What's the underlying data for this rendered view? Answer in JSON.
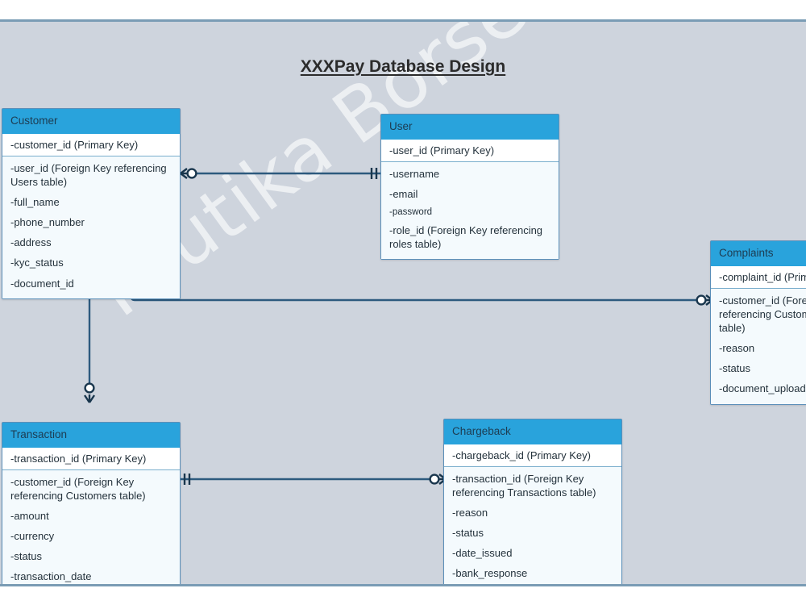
{
  "diagram": {
    "title": "XXXPay Database Design",
    "watermark": "Krutika Borse",
    "colors": {
      "canvas_background": "#ced4dd",
      "canvas_border": "#7a9cb5",
      "entity_header": "#29a3dc",
      "entity_body": "#f4fafd",
      "entity_border": "#5b8fb9",
      "connector": "#2d5a7e",
      "title_text": "#2b2b2b"
    }
  },
  "entities": {
    "customer": {
      "name": "Customer",
      "fields": [
        {
          "text": "-customer_id (Primary Key)",
          "key": "primary"
        },
        {
          "text": "-user_id (Foreign Key referencing Users table)",
          "key": "foreign"
        },
        {
          "text": "-full_name",
          "key": "none"
        },
        {
          "text": "-phone_number",
          "key": "none"
        },
        {
          "text": "-address",
          "key": "none"
        },
        {
          "text": "-kyc_status",
          "key": "none"
        },
        {
          "text": "-document_id",
          "key": "none"
        }
      ]
    },
    "user": {
      "name": "User",
      "fields": [
        {
          "text": "-user_id (Primary Key)",
          "key": "primary"
        },
        {
          "text": "-username",
          "key": "none"
        },
        {
          "text": "-email",
          "key": "none"
        },
        {
          "text": "-password",
          "key": "none"
        },
        {
          "text": "-role_id (Foreign Key referencing roles table)",
          "key": "foreign"
        }
      ]
    },
    "complaints": {
      "name": "Complaints",
      "fields": [
        {
          "text": "-complaint_id (Primary Key)",
          "key": "primary"
        },
        {
          "text": "-customer_id (Foreign Key referencing Customers table)",
          "key": "foreign"
        },
        {
          "text": "-reason",
          "key": "none"
        },
        {
          "text": "-status",
          "key": "none"
        },
        {
          "text": "-document_upload",
          "key": "none"
        }
      ]
    },
    "transaction": {
      "name": "Transaction",
      "fields": [
        {
          "text": "-transaction_id (Primary Key)",
          "key": "primary"
        },
        {
          "text": "-customer_id (Foreign Key referencing Customers table)",
          "key": "foreign"
        },
        {
          "text": "-amount",
          "key": "none"
        },
        {
          "text": "-currency",
          "key": "none"
        },
        {
          "text": "-status",
          "key": "none"
        },
        {
          "text": "-transaction_date",
          "key": "none"
        }
      ]
    },
    "chargeback": {
      "name": "Chargeback",
      "fields": [
        {
          "text": "-chargeback_id (Primary Key)",
          "key": "primary"
        },
        {
          "text": "-transaction_id (Foreign Key referencing Transactions table)",
          "key": "foreign"
        },
        {
          "text": "-reason",
          "key": "none"
        },
        {
          "text": "-status",
          "key": "none"
        },
        {
          "text": "-date_issued",
          "key": "none"
        },
        {
          "text": "-bank_response",
          "key": "none"
        }
      ]
    }
  },
  "relationships": [
    {
      "id": "customer-user",
      "from": "Customer",
      "to": "User",
      "from_cardinality": "zero-or-many",
      "to_cardinality": "one-and-only-one"
    },
    {
      "id": "customer-complaints",
      "from": "Customer",
      "to": "Complaints",
      "from_cardinality": "one-and-only-one",
      "to_cardinality": "zero-or-many"
    },
    {
      "id": "customer-transaction",
      "from": "Customer",
      "to": "Transaction",
      "from_cardinality": "one-and-only-one",
      "to_cardinality": "zero-or-many"
    },
    {
      "id": "transaction-chargeback",
      "from": "Transaction",
      "to": "Chargeback",
      "from_cardinality": "one-and-only-one",
      "to_cardinality": "zero-or-many"
    }
  ]
}
